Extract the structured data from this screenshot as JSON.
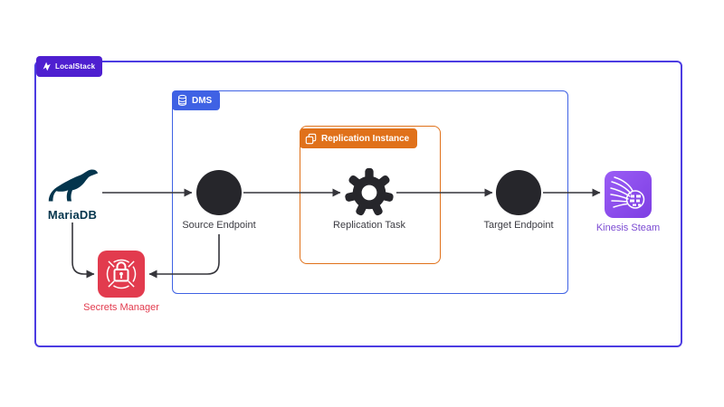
{
  "containers": {
    "localstack": {
      "label": "LocalStack"
    },
    "dms": {
      "label": "DMS"
    },
    "replication_instance": {
      "label": "Replication Instance"
    }
  },
  "nodes": {
    "mariadb": {
      "label": "MariaDB"
    },
    "source_endpoint": {
      "label": "Source Endpoint"
    },
    "replication_task": {
      "label": "Replication Task"
    },
    "target_endpoint": {
      "label": "Target Endpoint"
    },
    "kinesis_stream": {
      "label": "Kinesis Steam"
    },
    "secrets_manager": {
      "label": "Secrets Manager"
    }
  },
  "icons": {
    "localstack_badge": "localstack-logo-icon",
    "dms_badge": "database-icon",
    "replication_instance_badge": "copy-squares-icon",
    "replication_task": "gear-icon",
    "kinesis": "kinesis-streams-icon",
    "secrets_manager": "lock-crosshair-icon",
    "mariadb": "mariadb-seal-icon"
  },
  "colors": {
    "background": "#ffffff",
    "localstack_border": "#4c3ce2",
    "localstack_badge_bg": "#4e1fd0",
    "dms_blue": "#3f62e4",
    "replication_orange": "#e0711a",
    "node_dark": "#26262b",
    "label_gray": "#3b3b42",
    "kinesis_purple": "#8a52ea",
    "kinesis_label_purple": "#7b4ad2",
    "secrets_red": "#e23b4e",
    "mariadb_navy": "#04354d",
    "arrow": "#35353b"
  },
  "connections": [
    {
      "from": "MariaDB",
      "to": "Source Endpoint"
    },
    {
      "from": "Source Endpoint",
      "to": "Replication Task"
    },
    {
      "from": "Replication Task",
      "to": "Target Endpoint"
    },
    {
      "from": "Target Endpoint",
      "to": "Kinesis Steam"
    },
    {
      "from": "MariaDB",
      "to": "Secrets Manager"
    },
    {
      "from": "Source Endpoint",
      "to": "Secrets Manager"
    }
  ]
}
